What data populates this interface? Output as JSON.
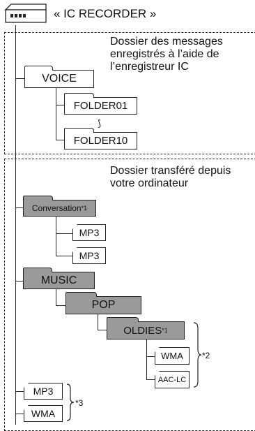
{
  "root_label": "« IC RECORDER »",
  "section_recorded": {
    "caption": [
      "Dossier des messages",
      "enregistrés à l’aide de",
      "l’enregistreur IC"
    ],
    "voice": "VOICE",
    "folder_first": "FOLDER01",
    "folder_last": "FOLDER10",
    "ellipsis": "⟆"
  },
  "section_transferred": {
    "caption": [
      "Dossier transféré depuis",
      "votre ordinateur"
    ],
    "conversation": "Conversation",
    "conversation_note": "*1",
    "conversation_files": [
      "MP3",
      "MP3"
    ],
    "music": "MUSIC",
    "pop": "POP",
    "oldies": "OLDIES",
    "oldies_note": "*1",
    "oldies_files": [
      "WMA",
      "AAC-LC"
    ],
    "oldies_files_note": "*2",
    "root_files": [
      "MP3",
      "WMA"
    ],
    "root_files_note": "*3"
  }
}
